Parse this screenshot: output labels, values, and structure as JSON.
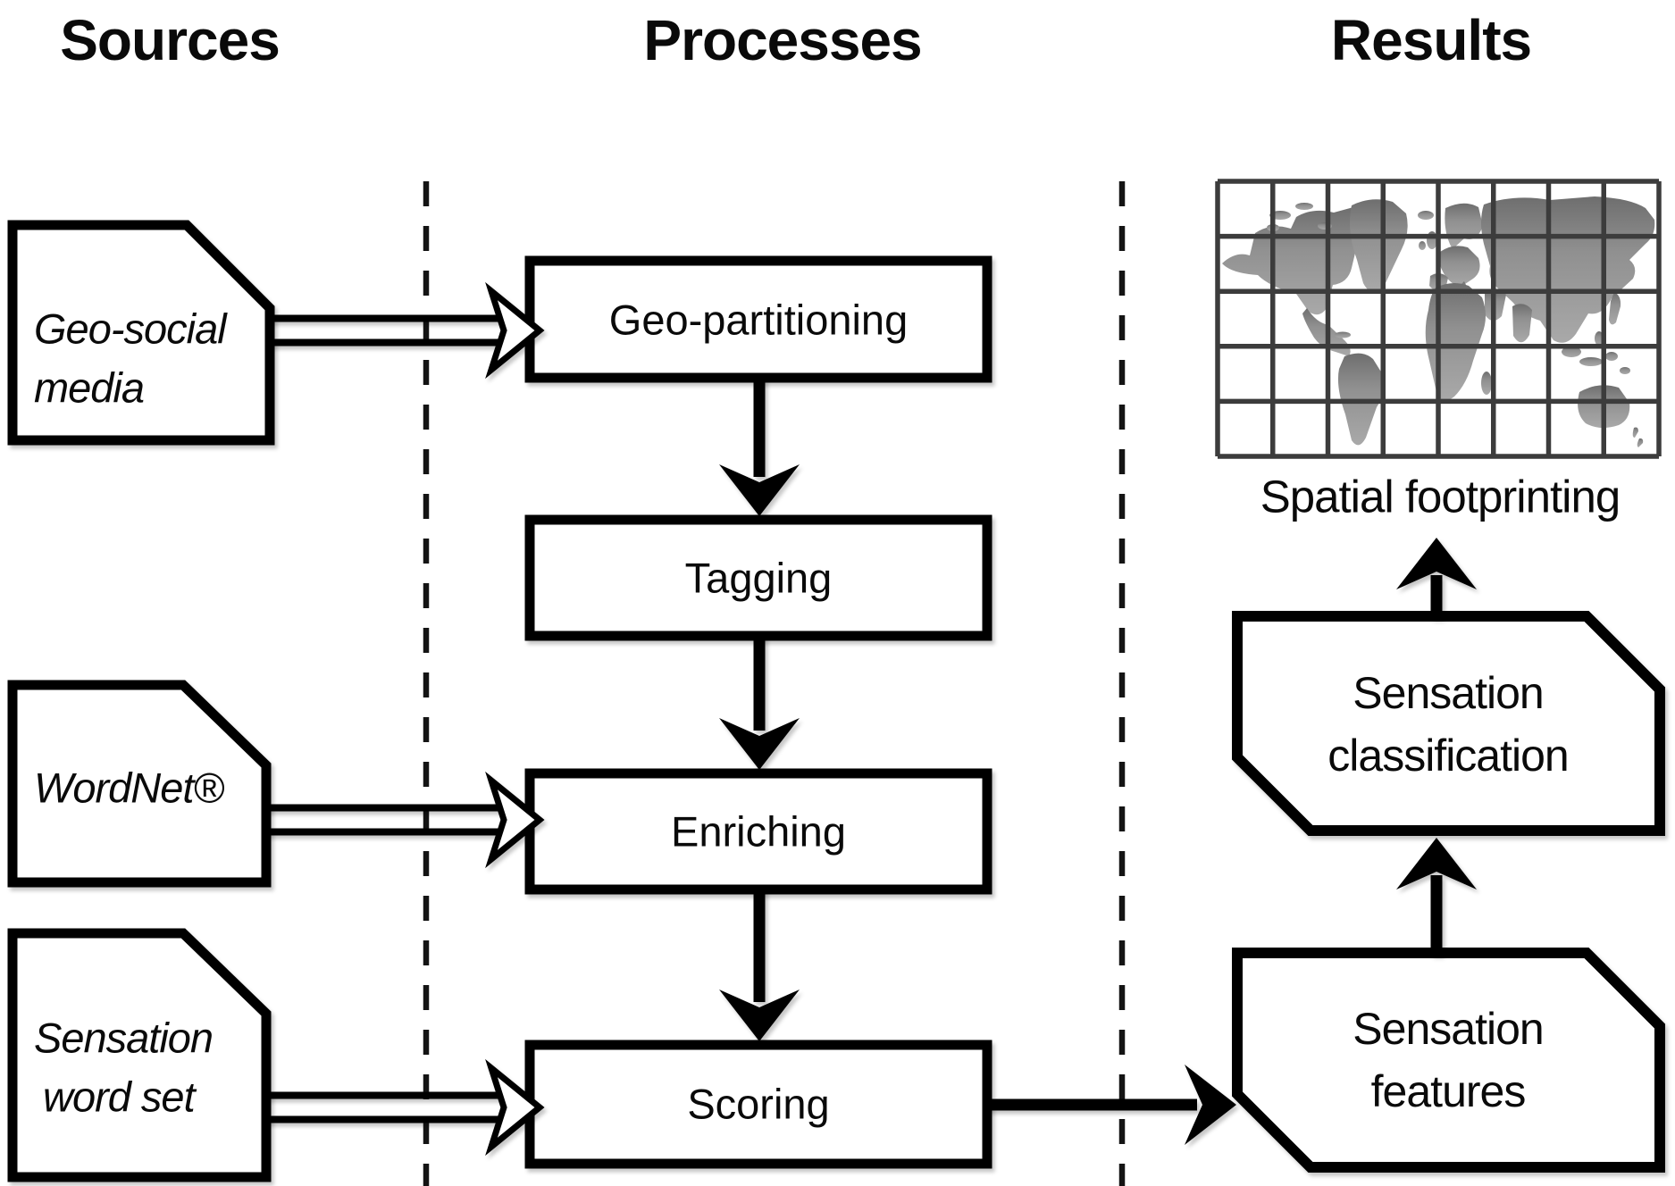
{
  "headers": {
    "sources": "Sources",
    "processes": "Processes",
    "results": "Results"
  },
  "sources": [
    {
      "name": "geo-social-media",
      "line1": "Geo-social",
      "line2": "media"
    },
    {
      "name": "wordnet",
      "line1": "WordNet®"
    },
    {
      "name": "sensation-word-set",
      "line1": "Sensation",
      "line2": "word set"
    }
  ],
  "processes": [
    {
      "name": "geo-partitioning",
      "label": "Geo-partitioning"
    },
    {
      "name": "tagging",
      "label": "Tagging"
    },
    {
      "name": "enriching",
      "label": "Enriching"
    },
    {
      "name": "scoring",
      "label": "Scoring"
    }
  ],
  "results": {
    "map_caption": "Spatial footprinting",
    "classification": {
      "line1": "Sensation",
      "line2": "classification"
    },
    "features": {
      "line1": "Sensation",
      "line2": "features"
    }
  },
  "edges": [
    {
      "from": "Geo-social media",
      "to": "Geo-partitioning",
      "style": "open-double-line"
    },
    {
      "from": "WordNet®",
      "to": "Enriching",
      "style": "open-double-line"
    },
    {
      "from": "Sensation word set",
      "to": "Scoring",
      "style": "open-double-line"
    },
    {
      "from": "Geo-partitioning",
      "to": "Tagging",
      "style": "solid"
    },
    {
      "from": "Tagging",
      "to": "Enriching",
      "style": "solid"
    },
    {
      "from": "Enriching",
      "to": "Scoring",
      "style": "solid"
    },
    {
      "from": "Scoring",
      "to": "Sensation features",
      "style": "solid"
    },
    {
      "from": "Sensation features",
      "to": "Sensation classification",
      "style": "solid"
    },
    {
      "from": "Sensation classification",
      "to": "Spatial footprinting",
      "style": "solid"
    }
  ],
  "map": {
    "grid_cols": 8,
    "grid_rows": 5
  },
  "colors": {
    "ink": "#000000",
    "background": "#ffffff",
    "map_land": "#9b9b9b",
    "map_land_dark": "#757575",
    "map_grid": "#3c3c3c"
  }
}
